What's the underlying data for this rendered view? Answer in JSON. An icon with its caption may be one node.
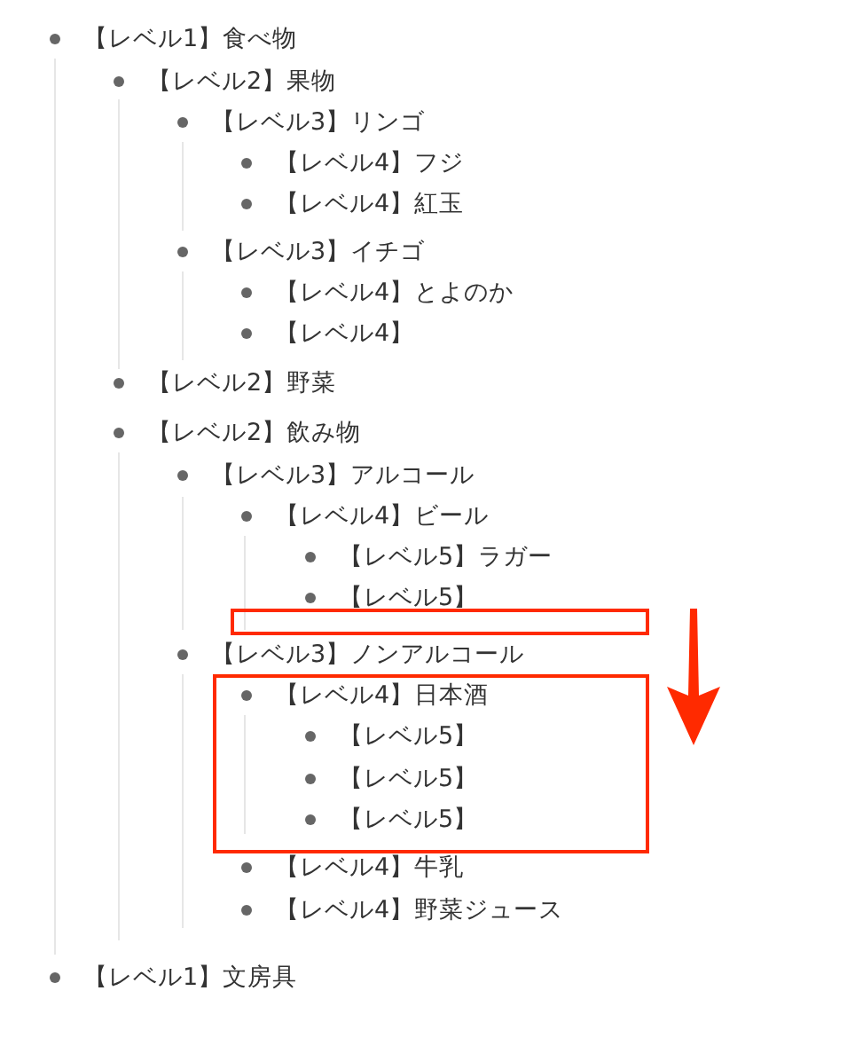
{
  "diagram": {
    "labels": [
      "【レベル1】食べ物",
      "【レベル2】果物",
      "【レベル3】リンゴ",
      "【レベル4】フジ",
      "【レベル4】紅玉",
      "【レベル3】イチゴ",
      "【レベル4】とよのか",
      "【レベル4】",
      "【レベル2】野菜",
      "【レベル2】飲み物",
      "【レベル3】アルコール",
      "【レベル4】ビール",
      "【レベル5】ラガー",
      "【レベル5】",
      "【レベル3】ノンアルコール",
      "【レベル4】日本酒",
      "【レベル5】",
      "【レベル5】",
      "【レベル5】",
      "【レベル4】牛乳",
      "【レベル4】野菜ジュース",
      "【レベル1】文房具"
    ]
  }
}
